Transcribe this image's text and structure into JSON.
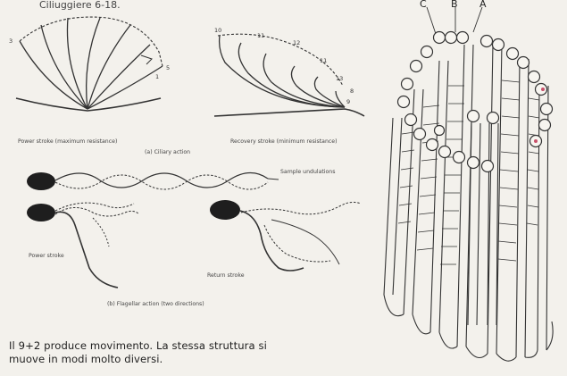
{
  "header": {
    "partial_text": "Ciliuggiere 6-18."
  },
  "cilia": {
    "power_caption": "Power stroke (maximum resistance)",
    "recovery_caption": "Recovery stroke (minimum resistance)",
    "section_caption": "(a) Ciliary action",
    "recovery_numbers": [
      "10",
      "11",
      "12",
      "11",
      "13",
      "8",
      "9"
    ],
    "power_numbers": [
      "3",
      "1",
      "5"
    ]
  },
  "flagella": {
    "wave_label": "Sample undulations",
    "power_label": "Power stroke",
    "recovery_label": "Return stroke",
    "section_caption": "(b) Flagellar action (two directions)"
  },
  "axoneme": {
    "labels": [
      "C",
      "B",
      "A"
    ]
  },
  "caption": {
    "line1": "Il 9+2 produce movimento. La stessa struttura si",
    "line2": "muove in modi molto diversi."
  }
}
